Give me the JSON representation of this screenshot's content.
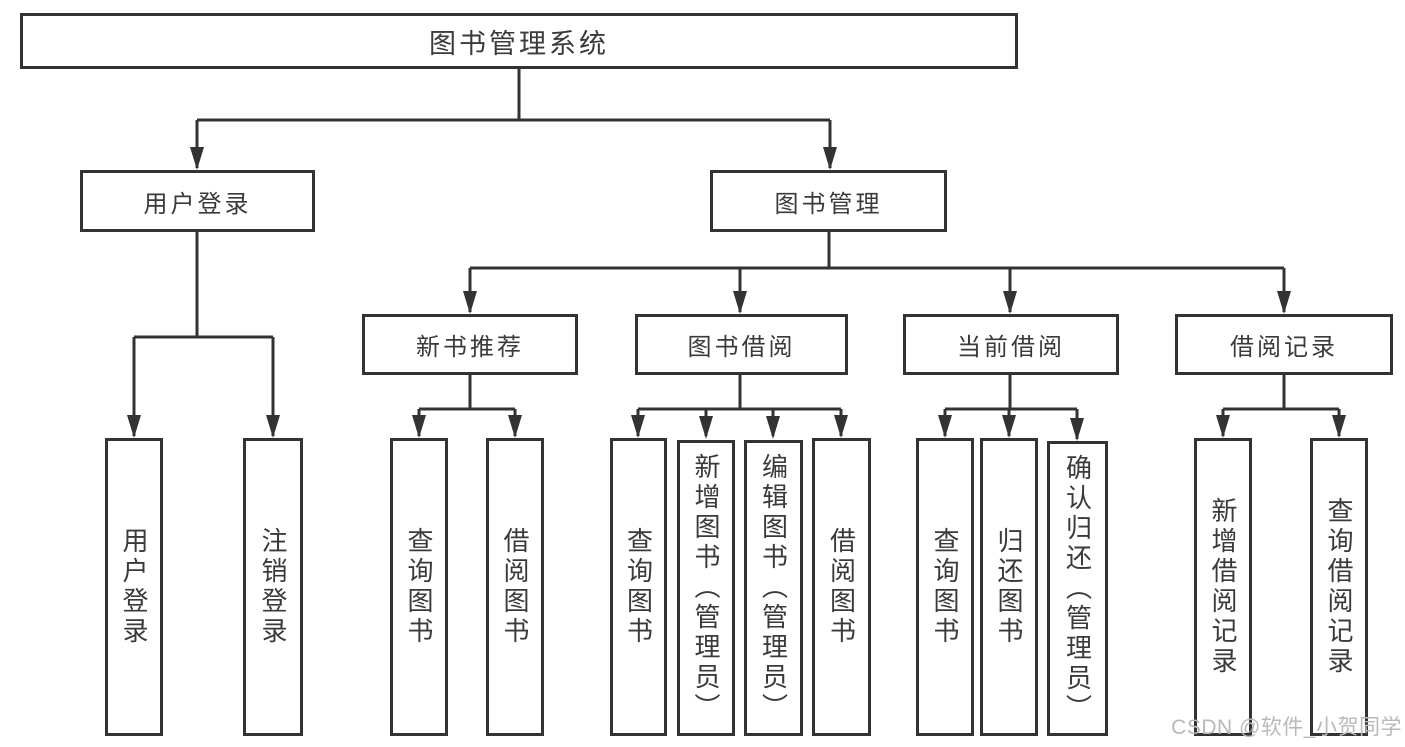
{
  "colors": {
    "line": "#333333",
    "text": "#3a3a3a",
    "background": "#ffffff",
    "watermark_text": "#b9b9b9"
  },
  "nodes": {
    "root": "图书管理系统",
    "user_login": "用户登录",
    "book_management": "图书管理",
    "new_book_recommend": "新书推荐",
    "book_borrow": "图书借阅",
    "current_borrow": "当前借阅",
    "borrow_records": "借阅记录",
    "login_user_login": "用户登录",
    "login_logout": "注销登录",
    "recommend_query_books": "查询图书",
    "recommend_borrow_books": "借阅图书",
    "borrow_query_books": "查询图书",
    "borrow_add_books": "新增图书（管理员）",
    "borrow_edit_books": "编辑图书（管理员）",
    "borrow_borrow_books": "借阅图书",
    "current_query_books": "查询图书",
    "current_return_books": "归还图书",
    "current_confirm_return": "确认归还（管理员）",
    "records_add_record": "新增借阅记录",
    "records_query_record": "查询借阅记录"
  },
  "watermark": "CSDN @软件_小贺同学"
}
